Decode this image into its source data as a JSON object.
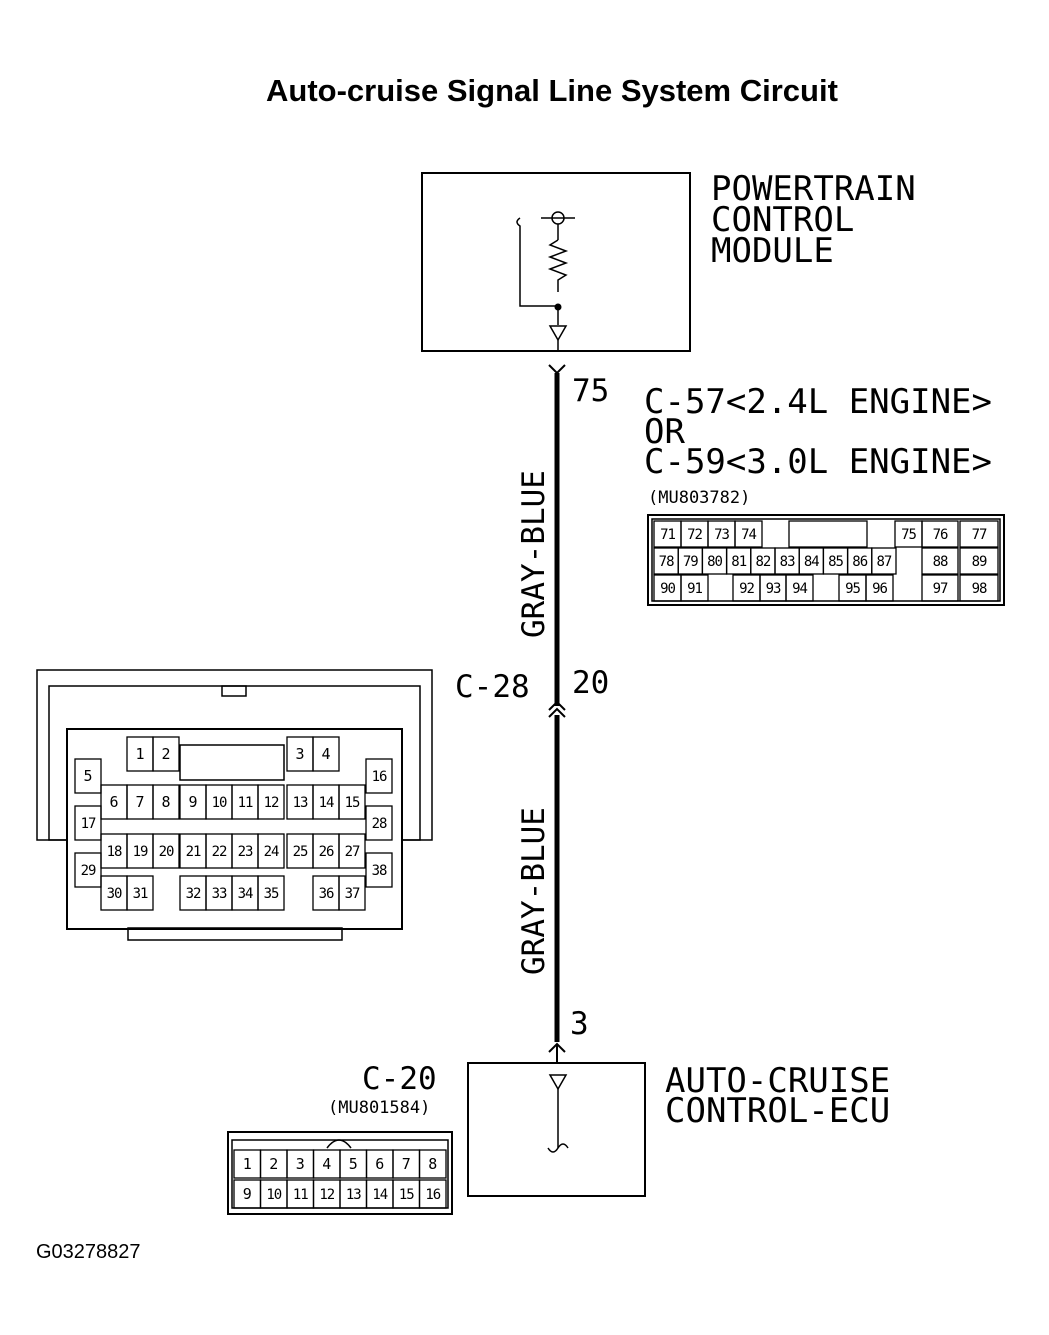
{
  "title": "Auto-cruise Signal Line System Circuit",
  "pcm": {
    "name_lines": [
      "POWERTRAIN",
      "CONTROL",
      "MODULE"
    ],
    "pin": "75"
  },
  "connector_top": {
    "label_lines": [
      "C-57<2.4L ENGINE>",
      "OR",
      "C-59<3.0L ENGINE>"
    ],
    "part_number": "(MU803782)",
    "rows": [
      [
        "71",
        "72",
        "73",
        "74",
        "75",
        "76",
        "77"
      ],
      [
        "78",
        "79",
        "80",
        "81",
        "82",
        "83",
        "84",
        "85",
        "86",
        "87",
        "88",
        "89"
      ],
      [
        "90",
        "91",
        "92",
        "93",
        "94",
        "95",
        "96",
        "97",
        "98"
      ]
    ]
  },
  "wire_upper_color": "GRAY-BLUE",
  "wire_lower_color": "GRAY-BLUE",
  "junction": {
    "name": "C-28",
    "pin": "20",
    "pins": {
      "top_a": [
        "1",
        "2"
      ],
      "top_b": [
        "3",
        "4"
      ],
      "left_col": [
        "5",
        "17",
        "29"
      ],
      "right_col": [
        "16",
        "28",
        "38"
      ],
      "row2": [
        "6",
        "7",
        "8",
        "9",
        "10",
        "11",
        "12",
        "13",
        "14",
        "15"
      ],
      "row3": [
        "18",
        "19",
        "20",
        "21",
        "22",
        "23",
        "24",
        "25",
        "26",
        "27"
      ],
      "row4": [
        "30",
        "31",
        "32",
        "33",
        "34",
        "35",
        "36",
        "37"
      ]
    }
  },
  "ecu": {
    "name_lines": [
      "AUTO-CRUISE",
      "CONTROL-ECU"
    ],
    "pin": "3"
  },
  "connector_bottom": {
    "name": "C-20",
    "part_number": "(MU801584)",
    "row1": [
      "1",
      "2",
      "3",
      "4",
      "5",
      "6",
      "7",
      "8"
    ],
    "row2": [
      "9",
      "10",
      "11",
      "12",
      "13",
      "14",
      "15",
      "16"
    ]
  },
  "figure_id": "G03278827"
}
